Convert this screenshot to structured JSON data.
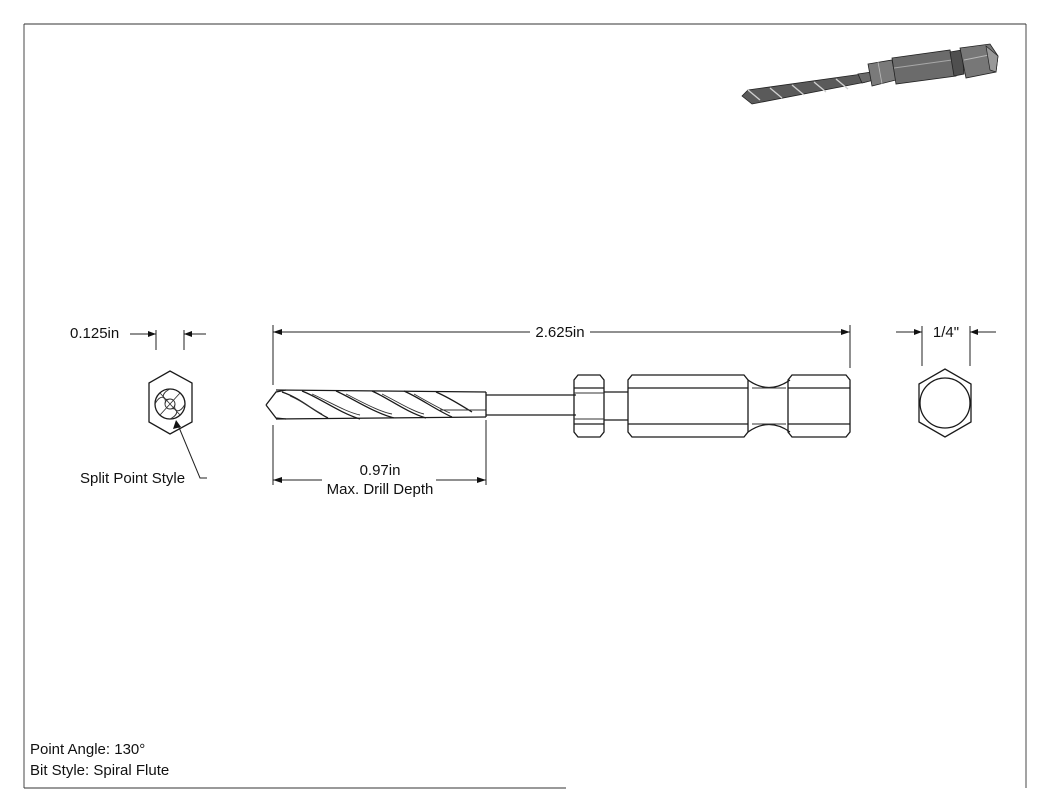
{
  "dimensions": {
    "tip_diameter": "0.125in",
    "overall_length": "2.625in",
    "hex_size": "1/4\"",
    "drill_depth_value": "0.97in",
    "drill_depth_caption": "Max. Drill Depth"
  },
  "callouts": {
    "split_point": "Split Point Style"
  },
  "notes": {
    "point_angle": "Point Angle: 130°",
    "bit_style": "Bit Style: Spiral Flute"
  }
}
